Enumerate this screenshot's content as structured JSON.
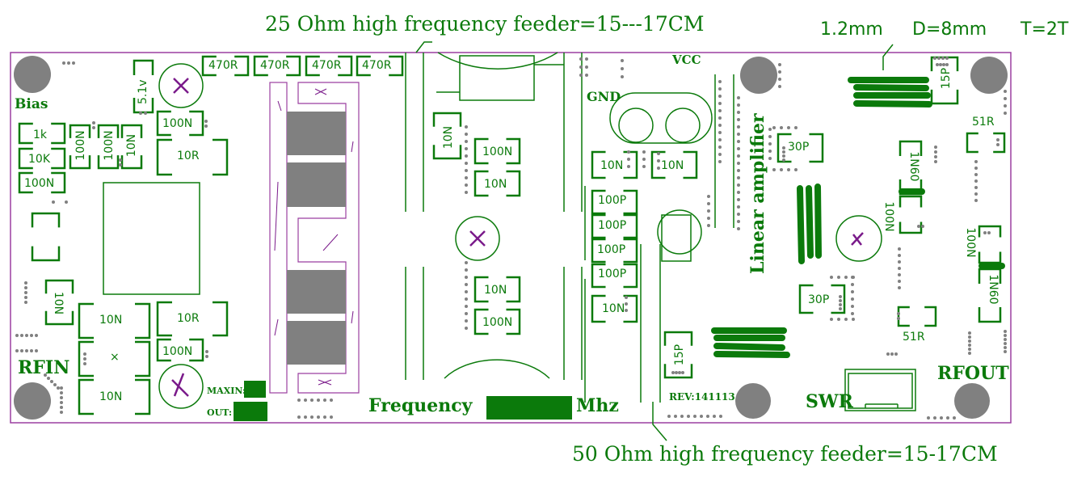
{
  "colors": {
    "silkscreen": "#0b7a0b",
    "outline": "#9b3fa0",
    "pad": "#808080",
    "trim_x": "#7a1a8a",
    "background": "#ffffff"
  },
  "annotations": {
    "top_feeder": "25 Ohm high frequency feeder=15---17CM",
    "bottom_feeder": "50 Ohm high frequency feeder=15-17CM",
    "coil_wire": "1.2mm",
    "coil_diameter": "D=8mm",
    "coil_turns": "T=2T"
  },
  "board": {
    "labels": {
      "bias": "Bias",
      "rfin": "RFIN",
      "rfout": "RFOUT",
      "swr": "SWR",
      "vcc": "VCC",
      "gnd": "GND",
      "linear_amplifier": "Linear amplifier",
      "frequency": "Frequency",
      "mhz": "Mhz",
      "maxin": "MAXIN:",
      "out": "OUT:",
      "revision": "REV:141113"
    },
    "components": {
      "r_470_1": "470R",
      "r_470_2": "470R",
      "r_470_3": "470R",
      "r_470_4": "470R",
      "zener": "5.1v",
      "r_1k": "1k",
      "r_10k": "10K",
      "c_100n_a": "100N",
      "c_100n_b": "100N",
      "c_100n_c": "100N",
      "c_10n_a": "10N",
      "c_100n_d": "100N",
      "r_10r_a": "10R",
      "c_10n_side": "10N",
      "c_10n_b": "10N",
      "x_mark": "×",
      "c_10n_c": "10N",
      "r_10r_b": "10R",
      "c_100n_e": "100N",
      "c_10n_feeder": "10N",
      "c_100n_f": "100N",
      "c_10n_f": "10N",
      "c_10n_g": "10N",
      "c_100n_g": "100N",
      "c_10n_h": "10N",
      "c_10n_i": "10N",
      "c_100p_1": "100P",
      "c_100p_2": "100P",
      "c_100p_3": "100P",
      "c_100p_4": "100P",
      "c_10n_j": "10N",
      "c_15p_a": "15P",
      "c_30p_a": "30P",
      "c_30p_b": "30P",
      "d_1n60_a": "1N60",
      "c_100n_h": "100N",
      "r_51r_a": "51R",
      "r_51r_b": "51R",
      "c_100n_i": "100N",
      "d_1n60_b": "1N60",
      "c_15p_b": "15P"
    }
  }
}
